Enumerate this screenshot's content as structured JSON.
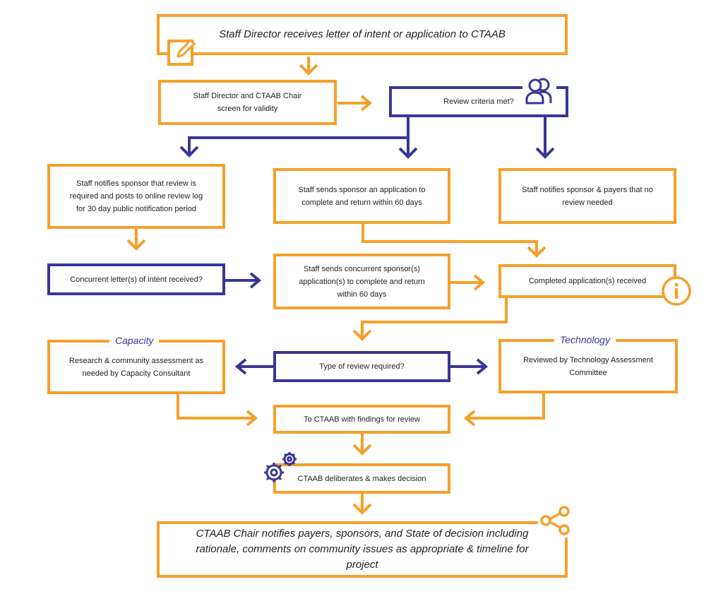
{
  "colors": {
    "orange": "#F5A02B",
    "navy": "#3A3697"
  },
  "nodes": {
    "start": "Staff Director receives letter of intent or application to CTAAB",
    "screen": "Staff Director and CTAAB Chair screen for validity",
    "criteria": "Review criteria met?",
    "review_required": "Staff notifies sponsor that review is required  and posts to online  review log for 30 day  public notification period",
    "send_application": "Staff sends sponsor an application to complete and return within 60 days",
    "no_review": "Staff notifies sponsor & payers that no review needed",
    "concurrent_letters": "Concurrent letter(s) of intent received?",
    "concurrent_application": "Staff sends concurrent  sponsor(s) application(s) to complete and return within 60 days",
    "completed_received": "Completed application(s) received",
    "research": "Research & community assessment as needed by Capacity Consultant",
    "type_review": "Type of review required?",
    "tech_committee": "Reviewed by Technology Assessment Committee",
    "to_ctaab": "To CTAAB with findings for review",
    "deliberates": "CTAAB deliberates &  makes decision",
    "final": "CTAAB Chair notifies payers, sponsors, and State of decision including rationale, comments on community issues as appropriate & timeline for project"
  },
  "labels": {
    "capacity": "Capacity",
    "technology": "Technology"
  },
  "icons": [
    "edit-icon",
    "users-icon",
    "info-icon",
    "gears-icon",
    "share-icon"
  ]
}
